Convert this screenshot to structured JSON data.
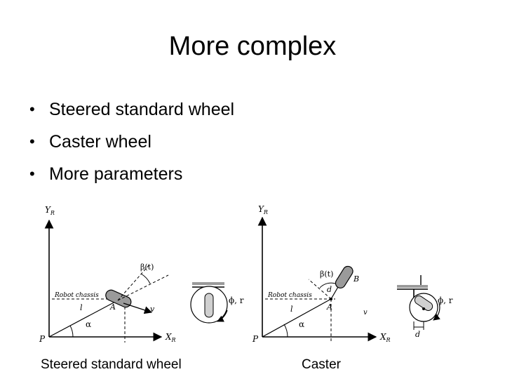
{
  "slide": {
    "title": "More complex",
    "bullets": [
      {
        "label": "Steered standard wheel"
      },
      {
        "label": "Caster wheel"
      },
      {
        "label": "More parameters"
      }
    ]
  },
  "diagram": {
    "left": {
      "axis_y": "Y",
      "axis_y_sub": "R",
      "axis_x": "X",
      "axis_x_sub": "R",
      "origin": "P",
      "point_a": "A",
      "length": "l",
      "alpha": "α",
      "beta": "β(t)",
      "velocity": "v",
      "chassis": "Robot chassis",
      "wheel_params": "ϕ, r",
      "caption": "Steered standard wheel"
    },
    "right": {
      "axis_y": "Y",
      "axis_y_sub": "R",
      "axis_x": "X",
      "axis_x_sub": "R",
      "origin": "P",
      "point_a": "A",
      "point_b": "B",
      "length": "l",
      "alpha": "α",
      "beta": "β(t)",
      "offset": "d",
      "velocity": "v",
      "chassis": "Robot chassis",
      "wheel_params": "ϕ, r",
      "side_offset": "d",
      "caption": "Caster"
    }
  }
}
